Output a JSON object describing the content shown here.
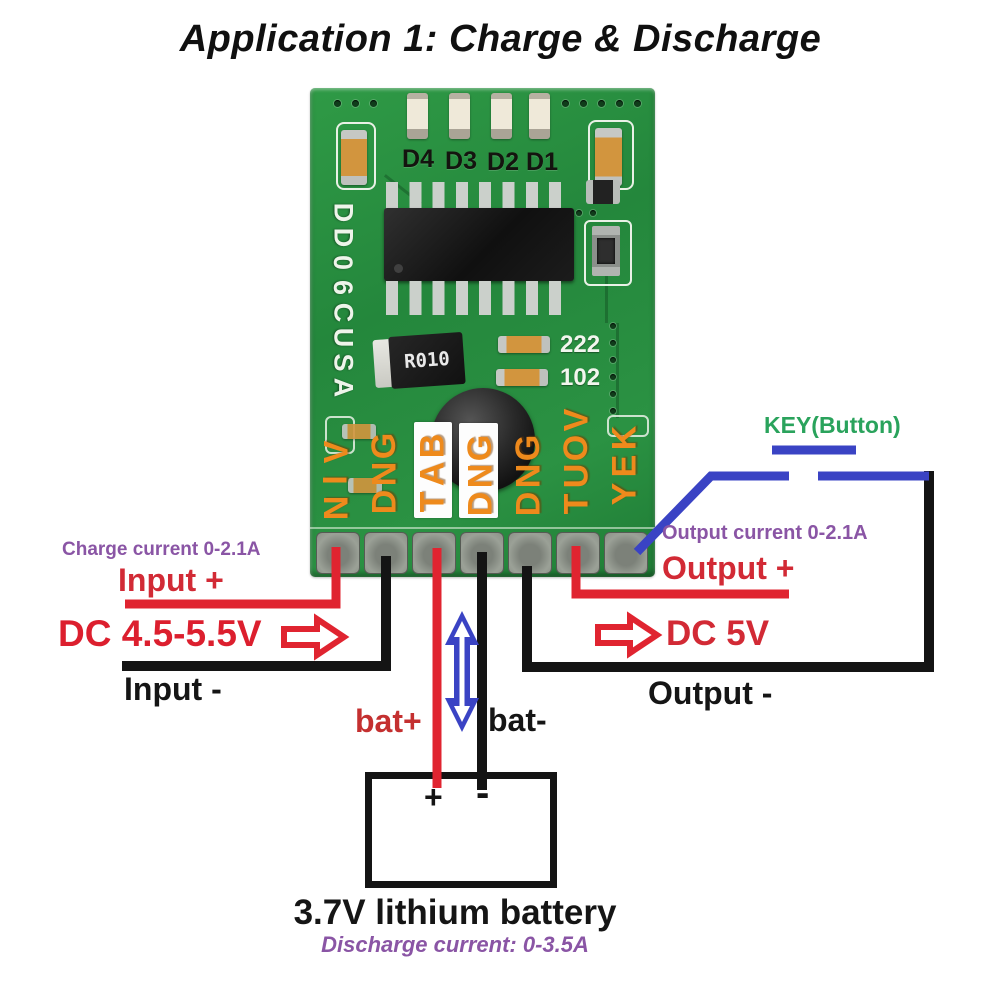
{
  "title": "Application 1: Charge & Discharge",
  "module": {
    "model": "DD06CUSA",
    "led_labels": [
      "D4",
      "D3",
      "D2",
      "D1"
    ],
    "resistor_label": "R010",
    "capacitor_labels": [
      "222",
      "102"
    ],
    "pin_labels": [
      "VIN",
      "GND",
      "BAT",
      "GND",
      "GND",
      "VOUT",
      "KEY"
    ]
  },
  "annotations": {
    "key_button": "KEY(Button)",
    "charge_current": "Charge current 0-2.1A",
    "input_plus": "Input +",
    "dc_input": "DC 4.5-5.5V",
    "input_minus": "Input -",
    "output_current": "Output current 0-2.1A",
    "output_plus": "Output +",
    "dc_output": "DC 5V",
    "output_minus": "Output -",
    "bat_plus": "bat+",
    "bat_minus": "bat-"
  },
  "battery": {
    "terminal_plus": "+",
    "terminal_minus": "-",
    "label": "3.7V lithium battery",
    "discharge_current": "Discharge current: 0-3.5A"
  },
  "colors": {
    "wire_red": "#e02430",
    "wire_black": "#141414",
    "wire_blue": "#3a43c4",
    "text_red": "#d22a35",
    "text_purple": "#8a55a5",
    "text_green": "#2aa35c",
    "pcb_green": "#28903e",
    "pin_label_orange": "#ee8a1c"
  }
}
